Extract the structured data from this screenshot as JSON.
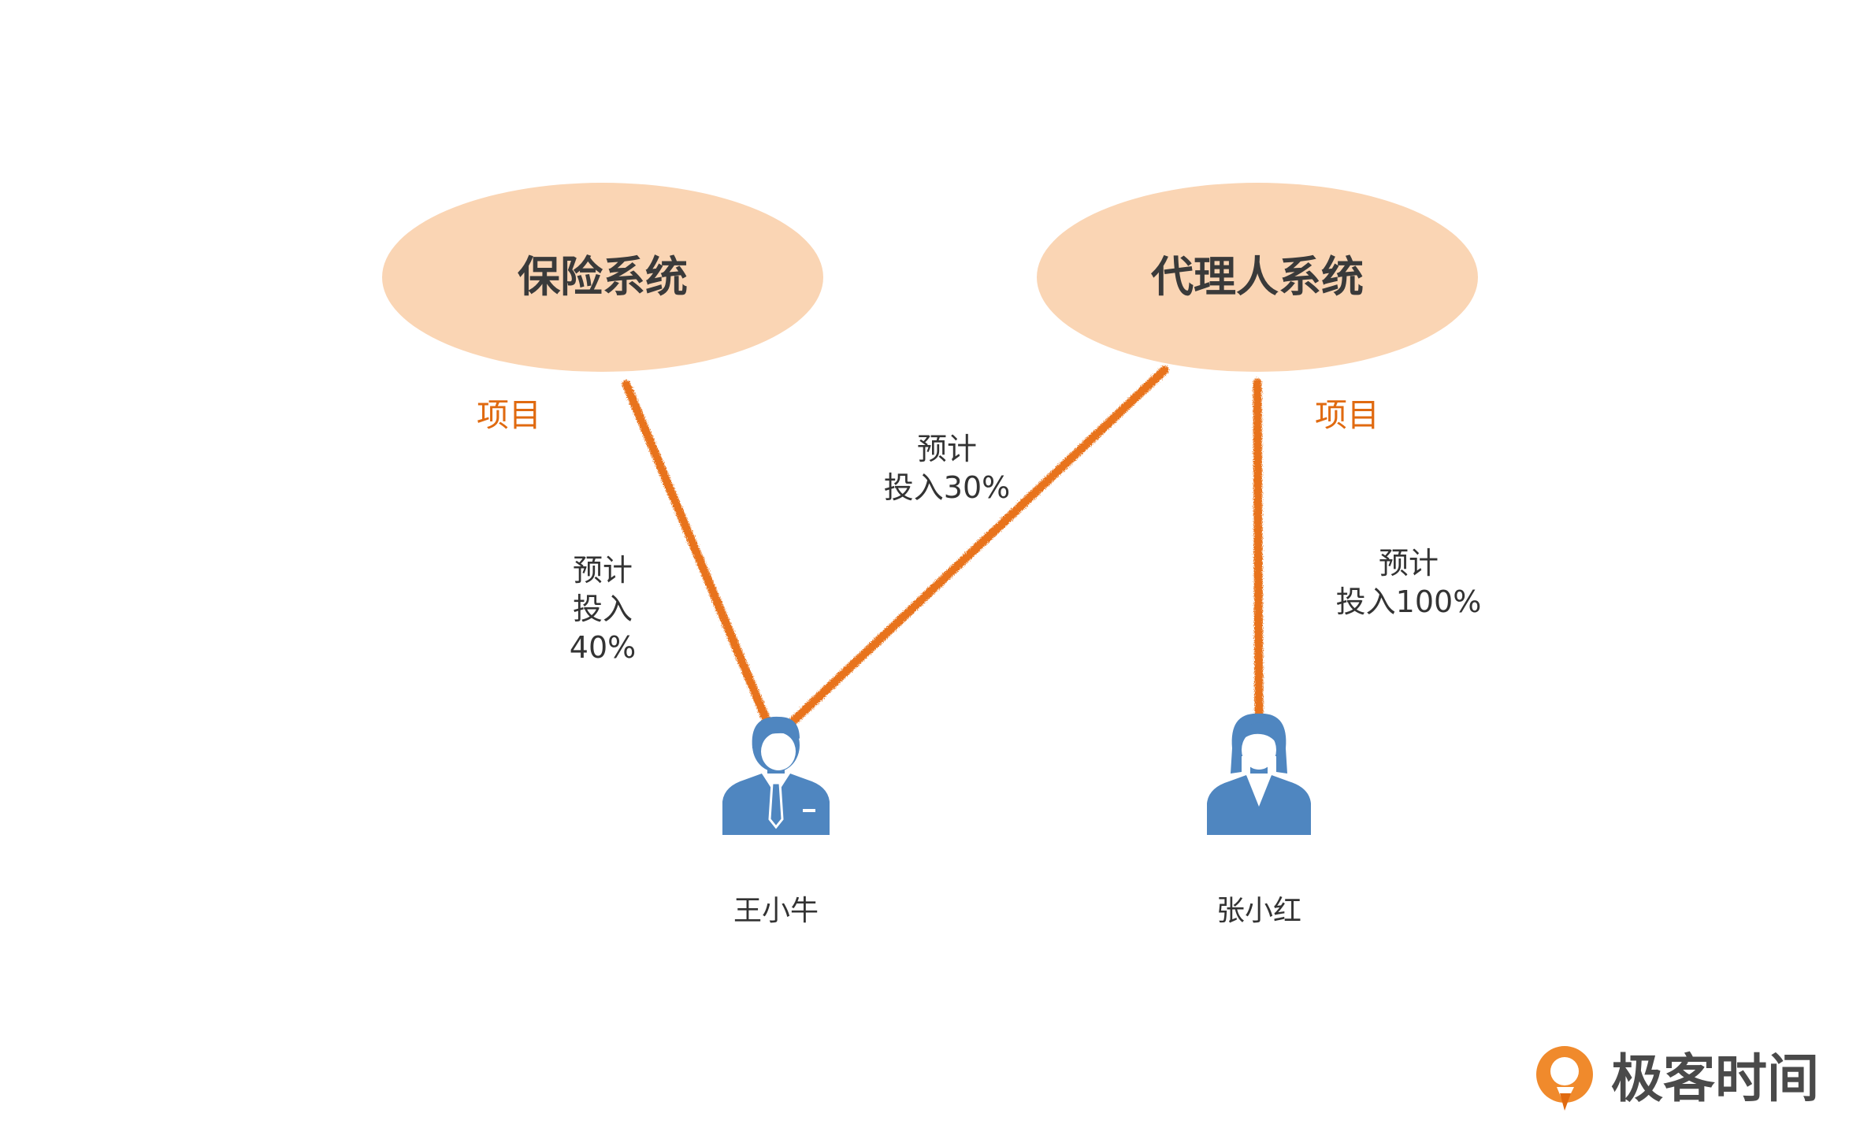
{
  "colors": {
    "ellipse_fill": "#fad5b4",
    "link_color": "#e8731c",
    "tag_color": "#e06a10",
    "person_color": "#4f86c0",
    "text_dark": "#333333"
  },
  "systems": [
    {
      "id": "insurance",
      "label": "保险系统",
      "tag": "项目"
    },
    {
      "id": "agent",
      "label": "代理人系统",
      "tag": "项目"
    }
  ],
  "people": [
    {
      "id": "wang",
      "name": "王小牛",
      "icon": "businessman-icon"
    },
    {
      "id": "zhang",
      "name": "张小红",
      "icon": "businesswoman-icon"
    }
  ],
  "links": [
    {
      "from": "insurance",
      "to": "wang",
      "label_lines": [
        "预计",
        "投入",
        "40%"
      ]
    },
    {
      "from": "agent",
      "to": "wang",
      "label_lines": [
        "预计",
        "投入30%"
      ]
    },
    {
      "from": "agent",
      "to": "zhang",
      "label_lines": [
        "预计",
        "投入100%"
      ]
    }
  ],
  "brand": {
    "name": "极客时间",
    "icon": "geektime-logo-icon"
  }
}
